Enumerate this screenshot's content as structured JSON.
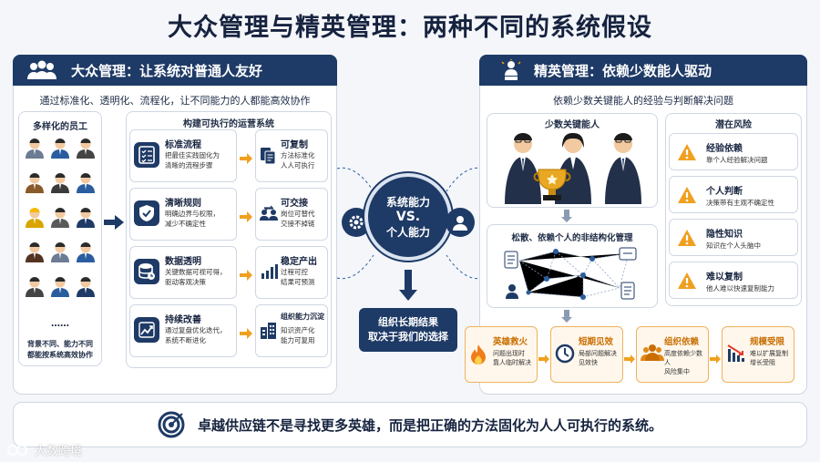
{
  "title": "大众管理与精英管理：两种不同的系统假设",
  "left": {
    "header": "大众管理：让系统对普通人友好",
    "subtitle": "通过标准化、透明化、流程化，让不同能力的人都能高效协作",
    "staff_title": "多样化的员工",
    "staff_ellipsis": "……",
    "staff_caption": "背景不同、能力不同\n都能按系统高效协作",
    "ops_title": "构建可执行的运营系统",
    "rows": [
      {
        "icon": "checklist-icon",
        "title": "标准流程",
        "desc": "把最佳实践固化为\n清晰的流程步骤",
        "out_icon": "copy-documents-icon",
        "out_title": "可复制",
        "out_desc": "方法标准化\n人人可执行"
      },
      {
        "icon": "shield-check-icon",
        "title": "清晰规则",
        "desc": "明确边界与权限，\n减少不确定性",
        "out_icon": "swap-people-icon",
        "out_title": "可交接",
        "out_desc": "岗位可替代\n交接不掉链"
      },
      {
        "icon": "database-icon",
        "title": "数据透明",
        "desc": "关键数据可视可得，\n驱动客观决策",
        "out_icon": "bar-chart-icon",
        "out_title": "稳定产出",
        "out_desc": "过程可控\n结果可预测"
      },
      {
        "icon": "trend-up-icon",
        "title": "持续改善",
        "desc": "通过复盘优化迭代，\n系统不断进化",
        "out_icon": "buildings-icon",
        "out_title": "组织能力沉淀",
        "out_desc": "知识资产化\n能力可复用"
      }
    ]
  },
  "center": {
    "line1": "系统能力",
    "line2": "VS.",
    "line3": "个人能力",
    "result_line1": "组织长期结果",
    "result_line2": "取决于我们的选择"
  },
  "right": {
    "header": "精英管理：依赖少数能人驱动",
    "subtitle": "依赖少数关键能人的经验与判断解决问题",
    "elite_title": "少数关键能人",
    "risk_title": "潜在风险",
    "risks": [
      {
        "title": "经验依赖",
        "desc": "靠个人经验解决问题"
      },
      {
        "title": "个人判断",
        "desc": "决策带有主观不确定性"
      },
      {
        "title": "隐性知识",
        "desc": "知识在个人头脑中"
      },
      {
        "title": "难以复制",
        "desc": "他人难以快速复制能力"
      }
    ],
    "network_title": "松散、依赖个人的非结构化管理",
    "outcomes": [
      {
        "icon": "flame-icon",
        "title": "英雄救火",
        "desc": "问题出现时\n靠人临时解决"
      },
      {
        "icon": "clock-icon",
        "title": "短期见效",
        "desc": "局部问题解决\n见效快"
      },
      {
        "icon": "people-group-icon",
        "title": "组织依赖",
        "desc": "高度依赖少数人\n风险集中"
      },
      {
        "icon": "chart-down-icon",
        "title": "规模受限",
        "desc": "难以扩展复制\n增长受阻"
      }
    ]
  },
  "footer": "卓越供应链不是寻找更多英雄，而是把正确的方法固化为人人可执行的系统。",
  "watermark": "大数跨境",
  "colors": {
    "navy": "#1e3a66",
    "orange": "#f0a020",
    "blue": "#2a5d9f"
  }
}
